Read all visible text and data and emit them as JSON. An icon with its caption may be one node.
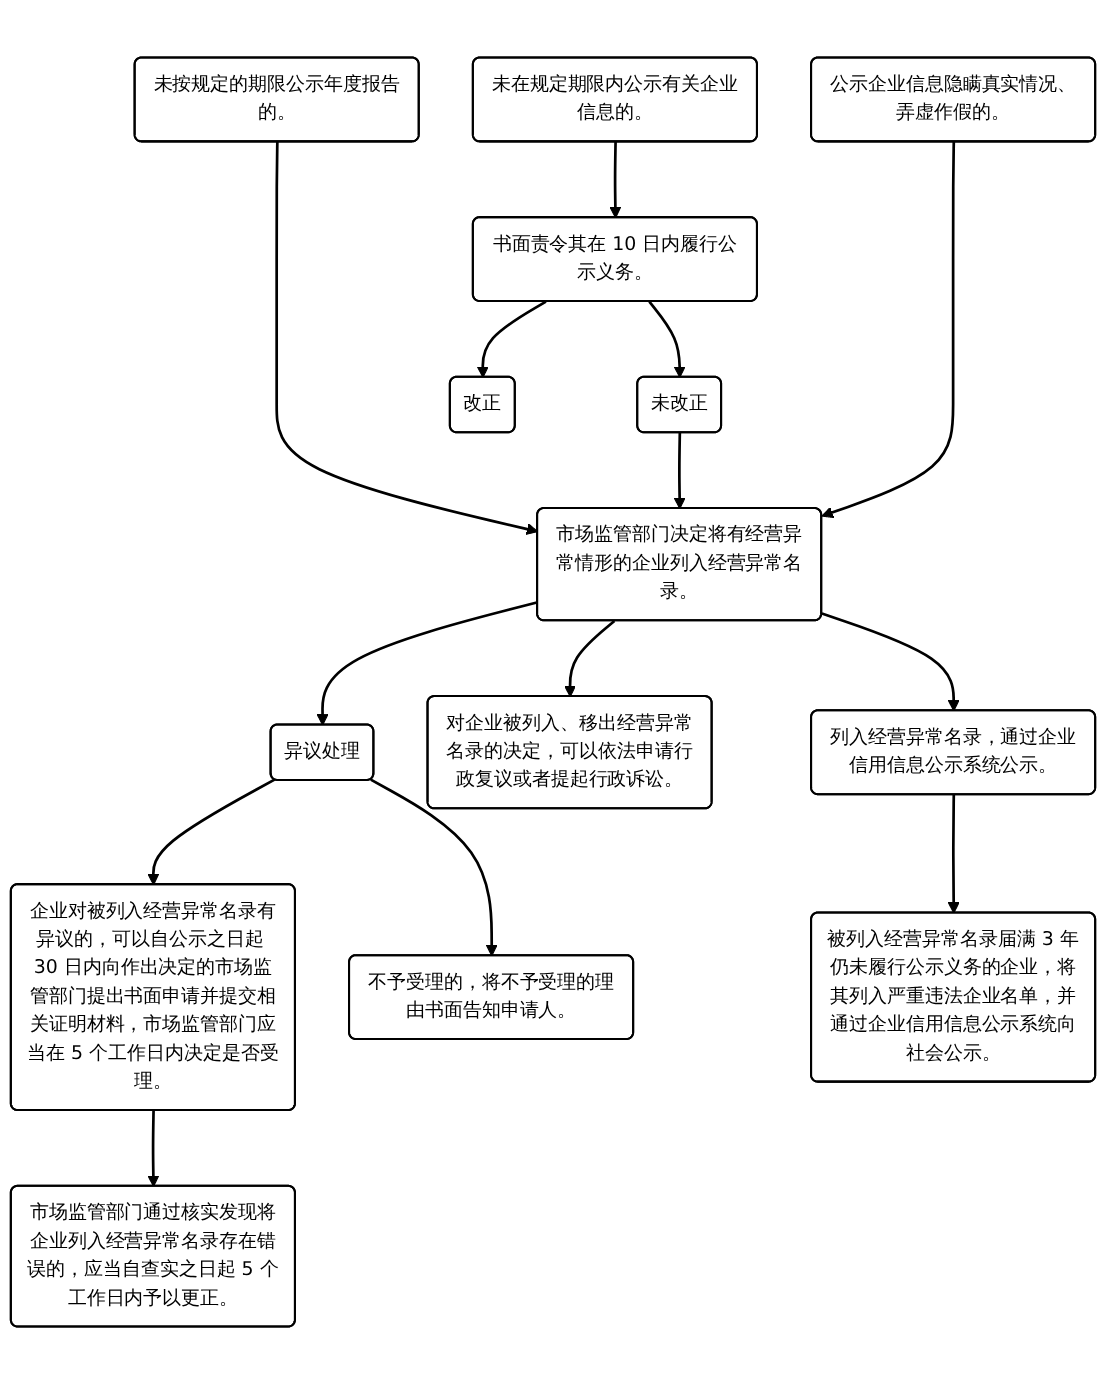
{
  "diagram": {
    "nodes": [
      {
        "text": [
          "未按规定的期限公示年度报告的。"
        ]
      },
      {
        "text": [
          "未在规定期限内公示有关企业信息的。"
        ]
      },
      {
        "text": [
          "公示企业信息隐瞒真实情况、弄虚作假的。"
        ]
      },
      {
        "text": [
          "书面责令其在 10 日内履行公示义务。"
        ]
      },
      {
        "text": [
          "未改正"
        ]
      },
      {
        "text": [
          "改正"
        ]
      },
      {
        "text": [
          "市场监管部门决定将有经营异常情形的企业列入经营异常名录。"
        ]
      },
      {
        "text": [
          "异议处理"
        ]
      },
      {
        "text": [
          "对企业被列入、移出经营异常名录的决定，可以依法申请行政复议或者提起行政诉讼。"
        ]
      },
      {
        "text": [
          "列入经营异常名录，通过企业信用信息公示系统公示。"
        ]
      },
      {
        "text": [
          "企业对被列入经营异常名录有异议的，可以自公示之日起 30 日内向作出决定的市场监管部门提出书面申请并提交相关证明材料，市场监管部门应当在 5 个工作日内决定是否受理。"
        ]
      },
      {
        "text": [
          "不予受理的，将不予受理的理由书面告知申请人。"
        ]
      },
      {
        "text": [
          "市场监管部门通过核实发现将企业列入经营异常名录存在错误的，应当自查实之日起 5 个工作日内予以更正。"
        ]
      },
      {
        "text": [
          "被列入经营异常名录届满 3 年仍未履行公示义务的企业，将其列入严重违法企业名单，并通过企业信用信息公示系统向社会公示。"
        ]
      }
    ],
    "edges": [
      {
        "from": 1,
        "to": 3,
        "arrow": "to"
      },
      {
        "from": 3,
        "to": 4,
        "arrow": "to"
      },
      {
        "from": 3,
        "to": 5,
        "arrow": "to"
      },
      {
        "from": 0,
        "to": 6,
        "arrow": "to"
      },
      {
        "from": 4,
        "to": 6,
        "arrow": "to"
      },
      {
        "from": 2,
        "to": 6,
        "arrow": "to"
      },
      {
        "from": 6,
        "to": 7,
        "arrow": "to"
      },
      {
        "from": 6,
        "to": 8,
        "arrow": "to"
      },
      {
        "from": 6,
        "to": 9,
        "arrow": "to"
      },
      {
        "from": 7,
        "to": 10,
        "arrow": "to"
      },
      {
        "from": 7,
        "to": 11,
        "arrow": "to"
      },
      {
        "from": 10,
        "to": 12,
        "arrow": "to"
      },
      {
        "from": 9,
        "to": 13,
        "arrow": "to"
      }
    ]
  }
}
